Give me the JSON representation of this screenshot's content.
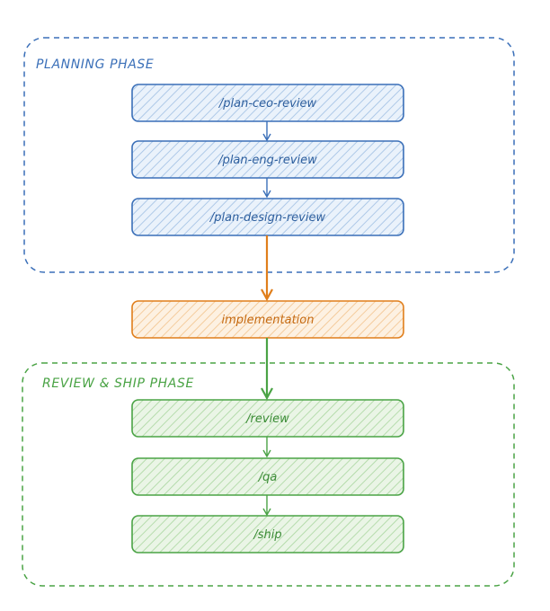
{
  "colors": {
    "blue": "#3a6fb8",
    "blue_fill": "#cfe0f3",
    "orange": "#e07e1b",
    "orange_fill": "#fbe3c6",
    "green": "#4aa345",
    "green_fill": "#d4ebcc"
  },
  "planning": {
    "title": "PLANNING PHASE",
    "steps": [
      {
        "label": "/plan-ceo-review"
      },
      {
        "label": "/plan-eng-review"
      },
      {
        "label": "/plan-design-review"
      }
    ]
  },
  "implementation": {
    "label": "implementation"
  },
  "review_ship": {
    "title": "REVIEW & SHIP PHASE",
    "steps": [
      {
        "label": "/review"
      },
      {
        "label": "/qa"
      },
      {
        "label": "/ship"
      }
    ]
  }
}
